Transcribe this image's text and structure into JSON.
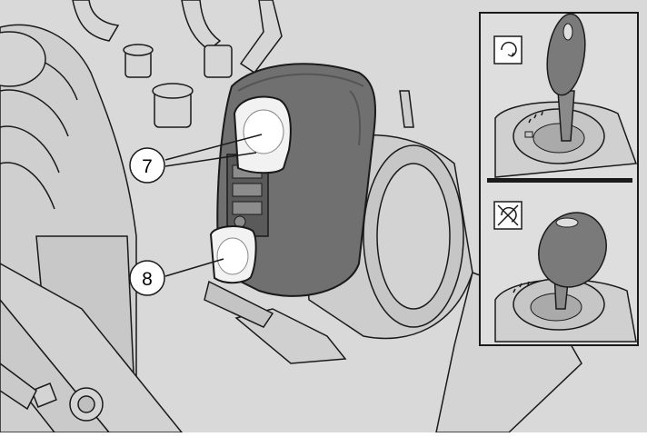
{
  "callouts": [
    {
      "label": "7",
      "target": "upper-key-button"
    },
    {
      "label": "8",
      "target": "lower-key-button"
    }
  ],
  "inset": {
    "top_symbol": "key-on-rotate-icon",
    "bottom_symbol": "key-off-crossed-icon"
  },
  "colors": {
    "background": "#d9d9d9",
    "line": "#1a1a1a",
    "housing": "#707070",
    "button": "#f2f2f2",
    "inset_background": "#dedede",
    "key": "#7a7a7a"
  }
}
